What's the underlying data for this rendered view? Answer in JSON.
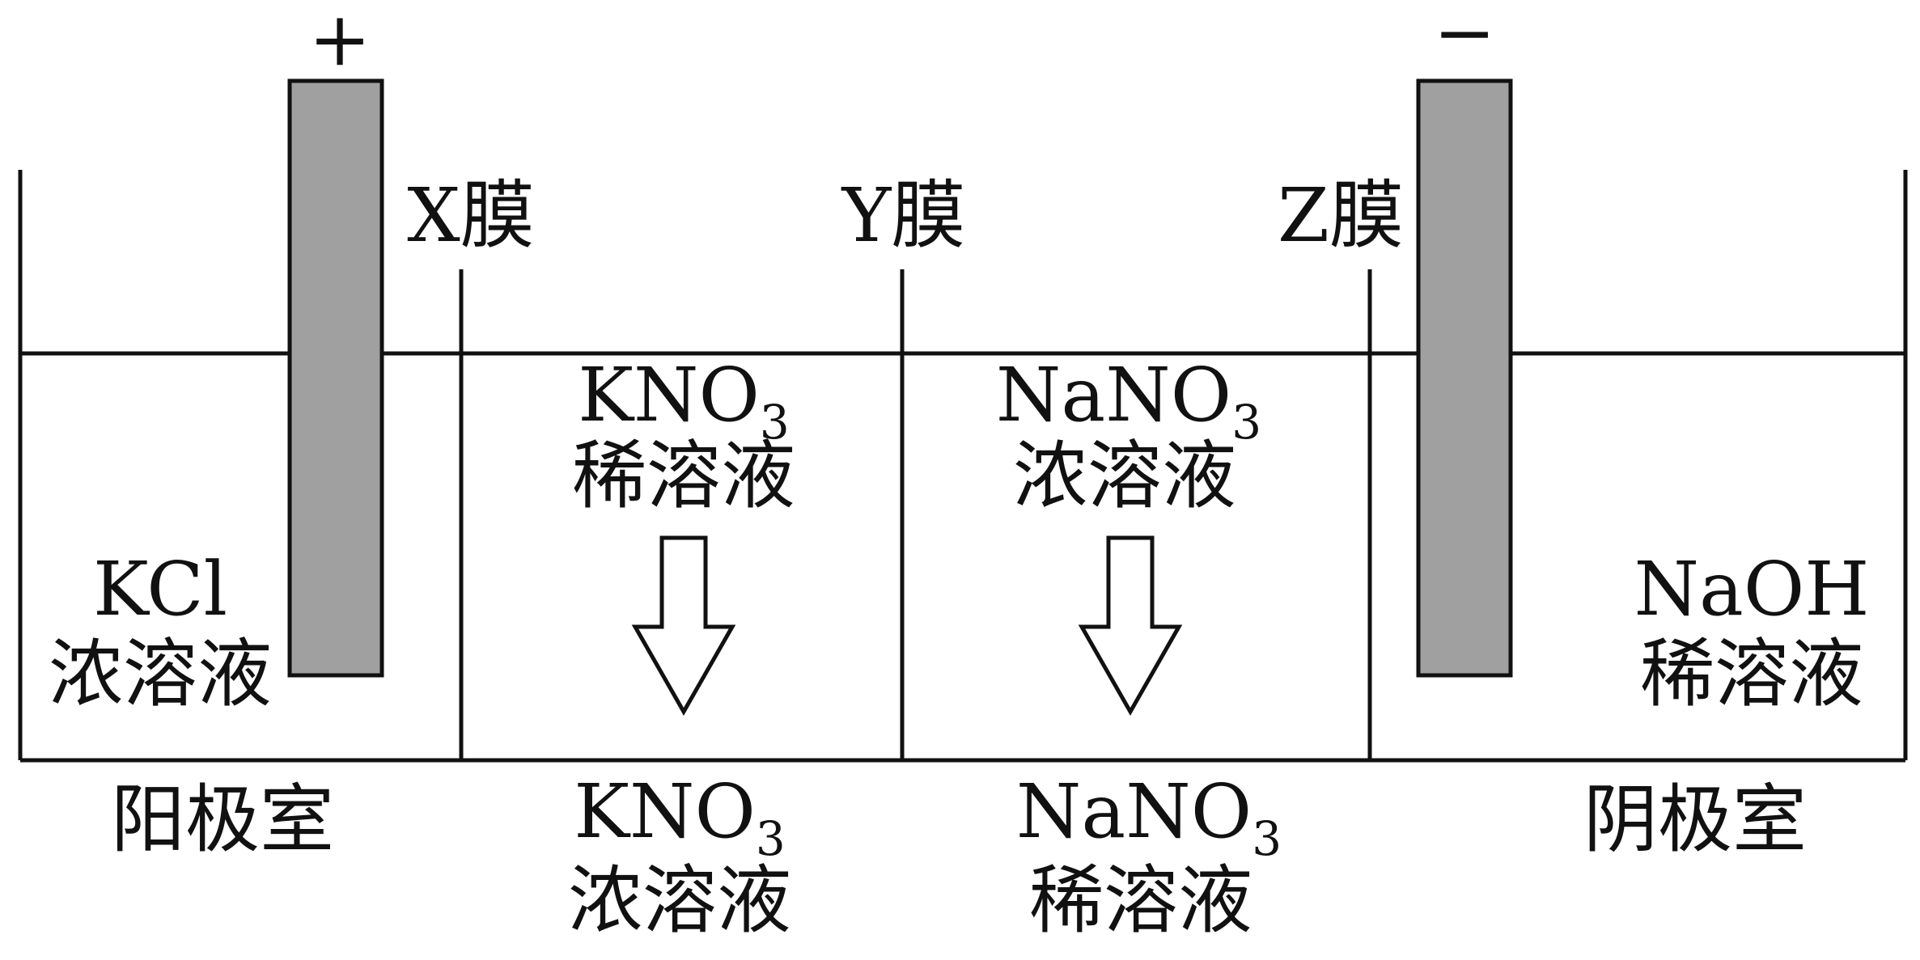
{
  "terminals": {
    "anode_sign": "+",
    "cathode_sign": "−"
  },
  "membranes": {
    "x": "X膜",
    "y": "Y膜",
    "z": "Z膜"
  },
  "cells": {
    "anode": {
      "formula": "KCl",
      "solution": "浓溶液",
      "chamber": "阳极室"
    },
    "middle_left": {
      "inlet_formula": "KNO",
      "inlet_subscript": "3",
      "inlet_solution": "稀溶液",
      "outlet_formula": "KNO",
      "outlet_subscript": "3",
      "outlet_solution": "浓溶液"
    },
    "middle_right": {
      "inlet_formula": "NaNO",
      "inlet_subscript": "3",
      "inlet_solution": "浓溶液",
      "outlet_formula": "NaNO",
      "outlet_subscript": "3",
      "outlet_solution": "稀溶液"
    },
    "cathode": {
      "formula": "NaOH",
      "solution": "稀溶液",
      "chamber": "阴极室"
    }
  },
  "colors": {
    "line": "#111111",
    "electrode_fill": "#a0a0a0",
    "background": "#ffffff"
  }
}
